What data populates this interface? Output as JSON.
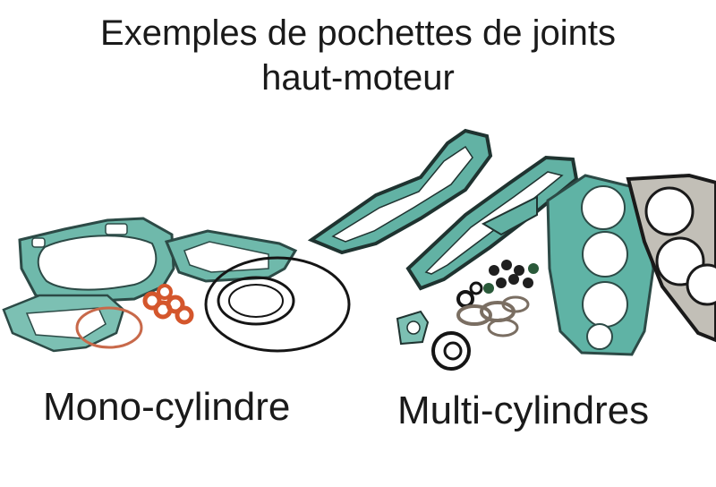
{
  "title": {
    "line1": "Exemples de pochettes de joints",
    "line2": "haut-moteur"
  },
  "captions": {
    "mono": "Mono-cylindre",
    "multi": "Multi-cylindres"
  },
  "colors": {
    "gasket_teal": "#5fb3a5",
    "gasket_dark_edge": "#2c4a46",
    "copper": "#c8694a",
    "black_oring": "#151515",
    "steel_gasket": "#b9b6ae"
  }
}
